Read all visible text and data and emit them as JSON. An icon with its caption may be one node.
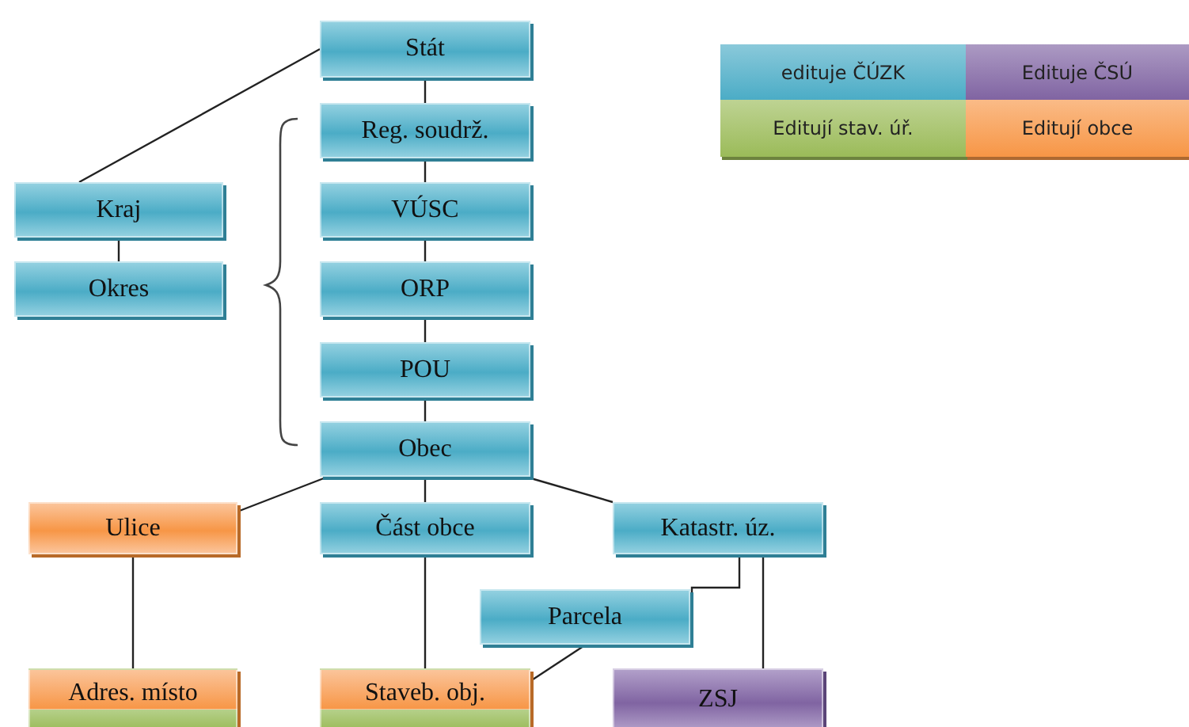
{
  "diagram": {
    "nodes": [
      {
        "text": [
          "Stát"
        ]
      },
      {
        "text": [
          "Kraj"
        ]
      },
      {
        "text": [
          "Okres"
        ]
      },
      {
        "text": [
          "Reg. soudrž."
        ]
      },
      {
        "text": [
          "VÚSC"
        ]
      },
      {
        "text": [
          "ORP"
        ]
      },
      {
        "text": [
          "POU"
        ]
      },
      {
        "text": [
          "Obec"
        ]
      },
      {
        "text": [
          "Ulice"
        ]
      },
      {
        "text": [
          "Část obce"
        ]
      },
      {
        "text": [
          "Katastr. úz."
        ]
      },
      {
        "text": [
          "Parcela"
        ]
      },
      {
        "text": [
          "Adres. místo"
        ]
      },
      {
        "text": [
          "Staveb. obj."
        ]
      },
      {
        "text": [
          "ZSJ"
        ]
      }
    ],
    "edges": [
      {
        "from": 0,
        "to": 1,
        "arrow": "none"
      },
      {
        "from": 1,
        "to": 2,
        "arrow": "none"
      },
      {
        "from": 0,
        "to": 3,
        "arrow": "none"
      },
      {
        "from": 3,
        "to": 4,
        "arrow": "none"
      },
      {
        "from": 4,
        "to": 5,
        "arrow": "none"
      },
      {
        "from": 5,
        "to": 6,
        "arrow": "none"
      },
      {
        "from": 6,
        "to": 7,
        "arrow": "none"
      },
      {
        "from": 7,
        "to": 8,
        "arrow": "none"
      },
      {
        "from": 7,
        "to": 9,
        "arrow": "none"
      },
      {
        "from": 7,
        "to": 10,
        "arrow": "none"
      },
      {
        "from": 8,
        "to": 12,
        "arrow": "none"
      },
      {
        "from": 9,
        "to": 13,
        "arrow": "none"
      },
      {
        "from": 10,
        "to": 11,
        "arrow": "none"
      },
      {
        "from": 10,
        "to": 14,
        "arrow": "none"
      },
      {
        "from": 11,
        "to": 13,
        "arrow": "none"
      }
    ],
    "legend": [
      {
        "text": "edituje ČÚZK",
        "color": "#4bacc6"
      },
      {
        "text": "Edituje ČSÚ",
        "color": "#8064a2"
      },
      {
        "text": "Editují stav. úř.",
        "color": "#9bbb59"
      },
      {
        "text": "Editují obce",
        "color": "#f79646"
      }
    ]
  }
}
